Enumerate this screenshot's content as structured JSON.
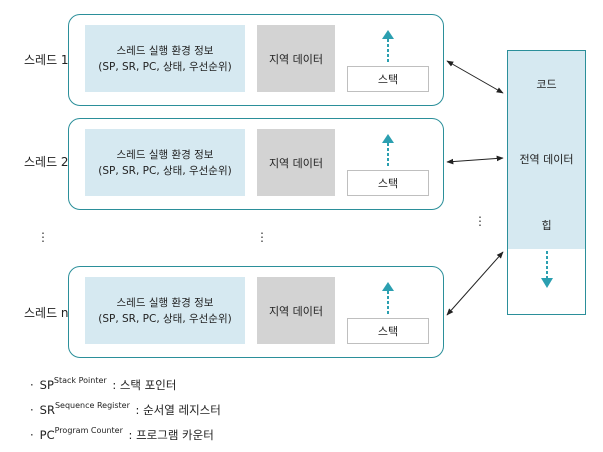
{
  "threads": [
    {
      "label": "스레드 1",
      "ctx_line1": "스레드 실행 환경 정보",
      "ctx_line2": "(SP, SR, PC, 상태, 우선순위)",
      "local": "지역 데이터",
      "stack": "스택"
    },
    {
      "label": "스레드 2",
      "ctx_line1": "스레드 실행 환경 정보",
      "ctx_line2": "(SP, SR, PC, 상태, 우선순위)",
      "local": "지역 데이터",
      "stack": "스택"
    },
    {
      "label": "스레드 n",
      "ctx_line1": "스레드 실행 환경 정보",
      "ctx_line2": "(SP, SR, PC, 상태, 우선순위)",
      "local": "지역 데이터",
      "stack": "스택"
    }
  ],
  "ellipsis": "⋮",
  "memory": {
    "code": "코드",
    "global": "전역 데이터",
    "heap": "힙"
  },
  "legend": [
    {
      "abbr": "SP",
      "full": "Stack Pointer",
      "desc": " : 스택 포인터"
    },
    {
      "abbr": "SR",
      "full": "Sequence Register",
      "desc": " : 순서열 레지스터"
    },
    {
      "abbr": "PC",
      "full": "Program Counter",
      "desc": " : 프로그램 카운터"
    }
  ],
  "colors": {
    "border": "#2b8f9a",
    "context_fill": "#d6e9f1",
    "local_fill": "#d3d3d3",
    "arrow_dashed": "#2b9fb0"
  }
}
